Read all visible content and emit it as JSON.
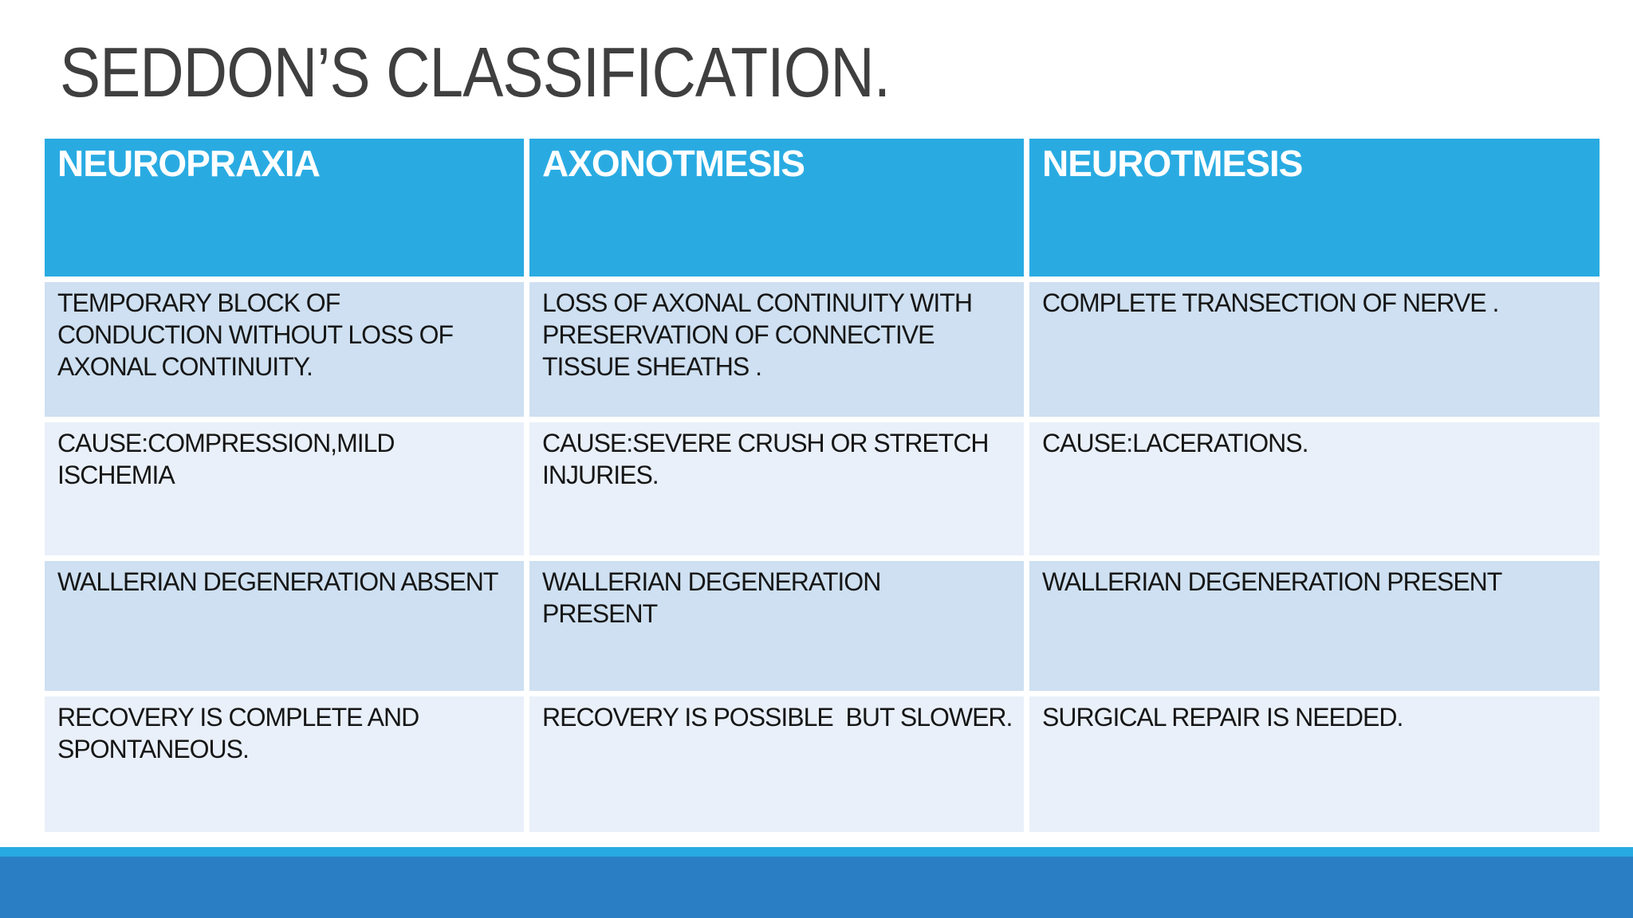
{
  "slide": {
    "title": "SEDDON’S CLASSIFICATION.",
    "table": {
      "headers": [
        "NEUROPRAXIA",
        "AXONOTMESIS",
        "NEUROTMESIS"
      ],
      "rows": [
        [
          "TEMPORARY BLOCK OF\nCONDUCTION WITHOUT LOSS OF\nAXONAL CONTINUITY.",
          "LOSS OF AXONAL CONTINUITY WITH\nPRESERVATION OF CONNECTIVE\nTISSUE SHEATHS .",
          "COMPLETE TRANSECTION OF NERVE ."
        ],
        [
          "CAUSE:COMPRESSION,MILD\nISCHEMIA",
          "CAUSE:SEVERE CRUSH OR STRETCH\nINJURIES.",
          "CAUSE:LACERATIONS."
        ],
        [
          "WALLERIAN DEGENERATION ABSENT",
          "WALLERIAN DEGENERATION\nPRESENT",
          "WALLERIAN DEGENERATION PRESENT"
        ],
        [
          "RECOVERY IS COMPLETE AND\nSPONTANEOUS.",
          "RECOVERY IS POSSIBLE  BUT SLOWER.",
          "SURGICAL REPAIR IS NEEDED."
        ]
      ]
    },
    "colors": {
      "header_bg": "#29ABE2",
      "row_odd_bg": "#CEE0F1",
      "row_even_bg": "#E9F0FA",
      "footer_strip": "#27AAE1",
      "footer_bar": "#2A7FC4",
      "title_color": "#3F3F3F",
      "body_text": "#161616"
    }
  }
}
